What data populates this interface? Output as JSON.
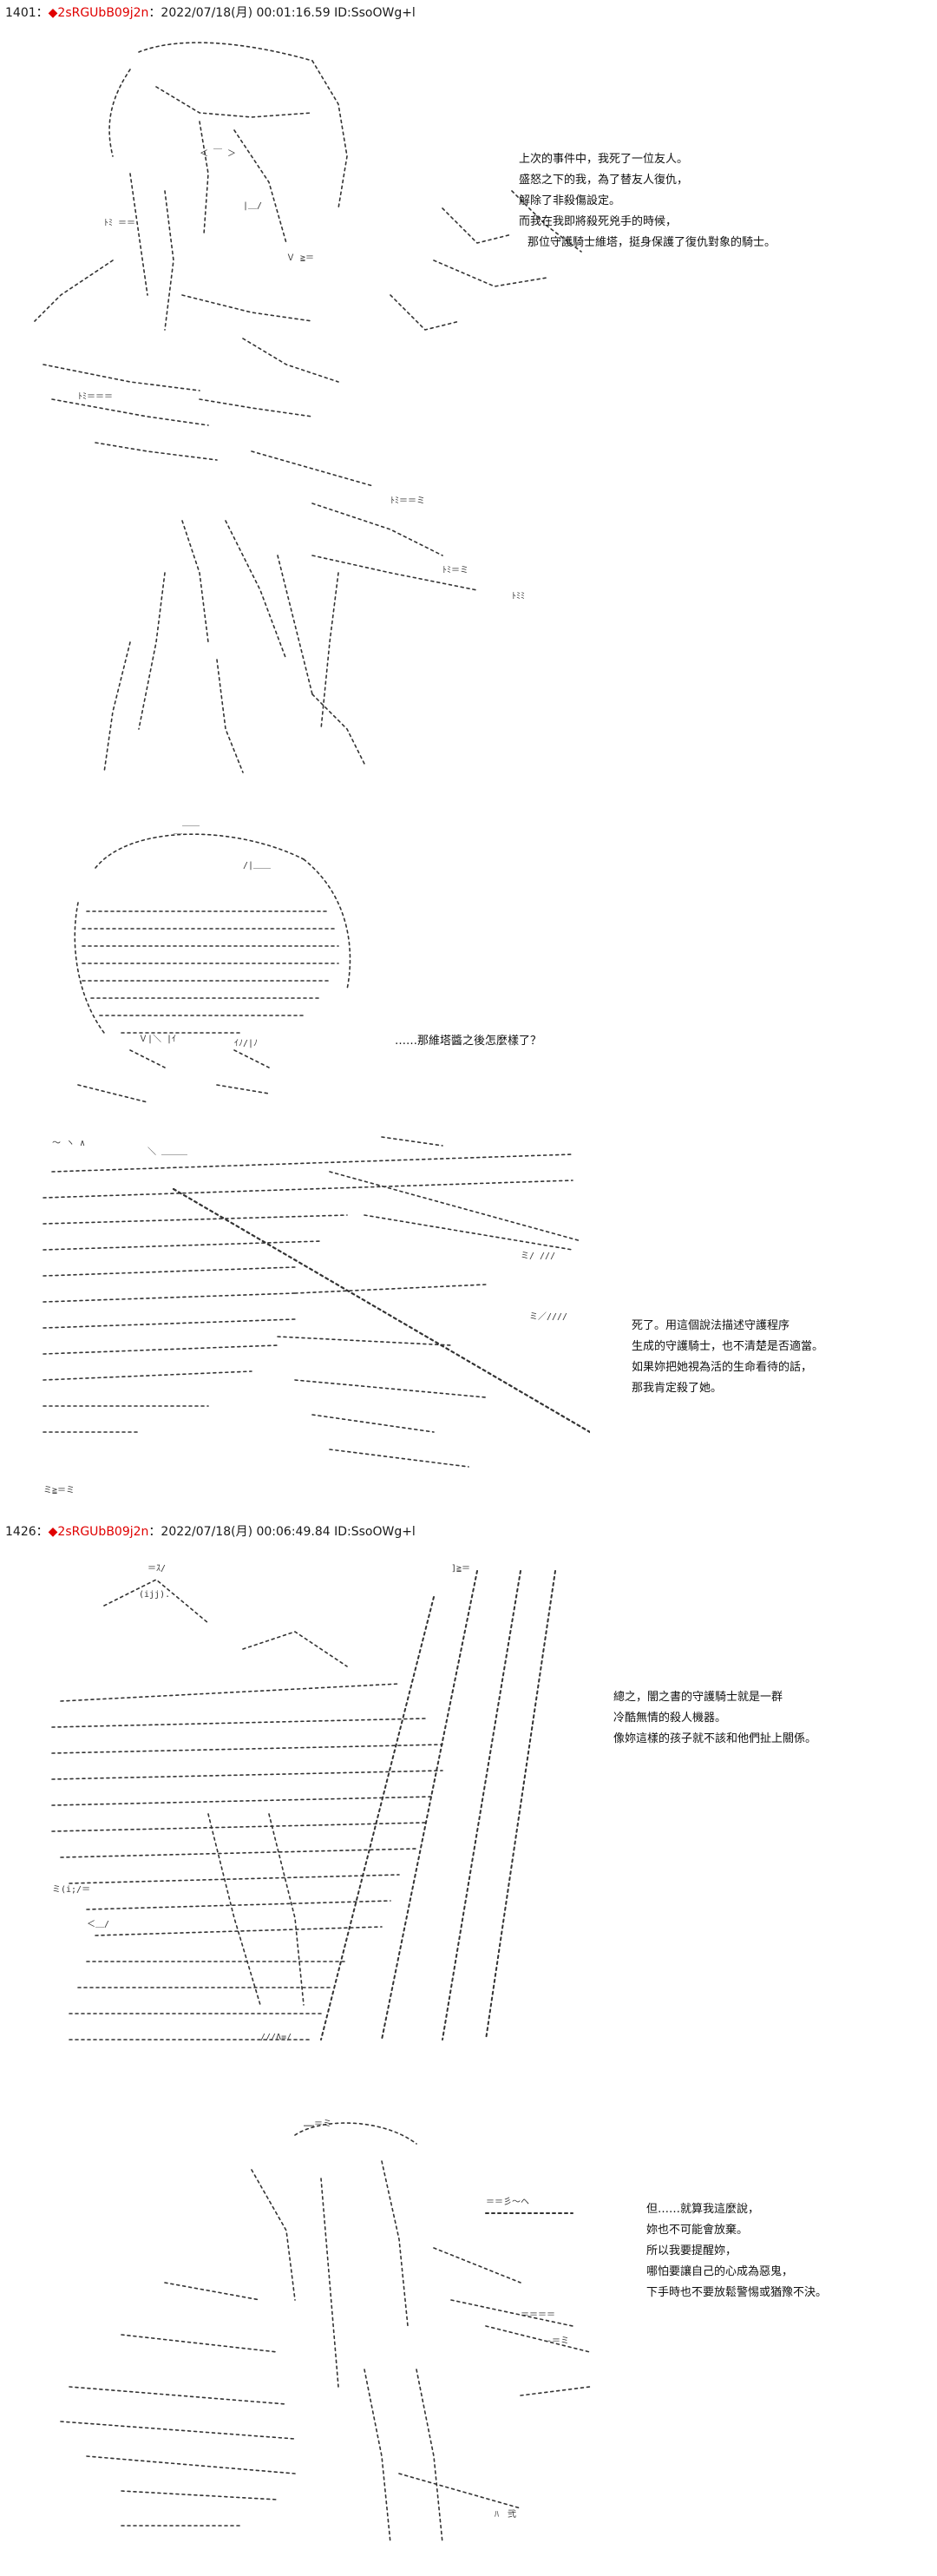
{
  "posts": [
    {
      "header": {
        "number": "1401",
        "separator": "：",
        "trip": "◆2sRGUbB09j2n",
        "meta": "：2022/07/18(月) 00:01:16.59 ID:SsoOWg+l"
      },
      "scenes": [
        {
          "lines": [
            "上次的事件中，我死了一位友人。",
            "盛怒之下的我，為了替友人復仇，",
            "解除了非殺傷設定。",
            "而我在我即將殺死兇手的時候，",
            "那位守護騎士維塔，挺身保護了復仇對象的騎士。"
          ]
        },
        {
          "lines": [
            "……那維塔醬之後怎麼樣了？"
          ]
        },
        {
          "lines": [
            "死了。用這個說法描述守護程序",
            "生成的守護騎士，也不清楚是否適當。",
            "如果妳把她視為活的生命看待的話，",
            "那我肯定殺了她。"
          ]
        }
      ]
    },
    {
      "header": {
        "number": "1426",
        "separator": "：",
        "trip": "◆2sRGUbB09j2n",
        "meta": "：2022/07/18(月) 00:06:49.84 ID:SsoOWg+l"
      },
      "scenes": [
        {
          "lines": [
            "總之，闇之書的守護騎士就是一群",
            "冷酷無情的殺人機器。",
            "像妳這樣的孩子就不該和他們扯上關係。"
          ]
        },
        {
          "lines": [
            "但……就算我這麼說，",
            "妳也不可能會放棄。",
            "所以我要提醒妳，",
            "哪怕要讓自己的心成為惡鬼，",
            "下手時也不要放鬆警惕或猶豫不決。"
          ]
        }
      ]
    }
  ]
}
